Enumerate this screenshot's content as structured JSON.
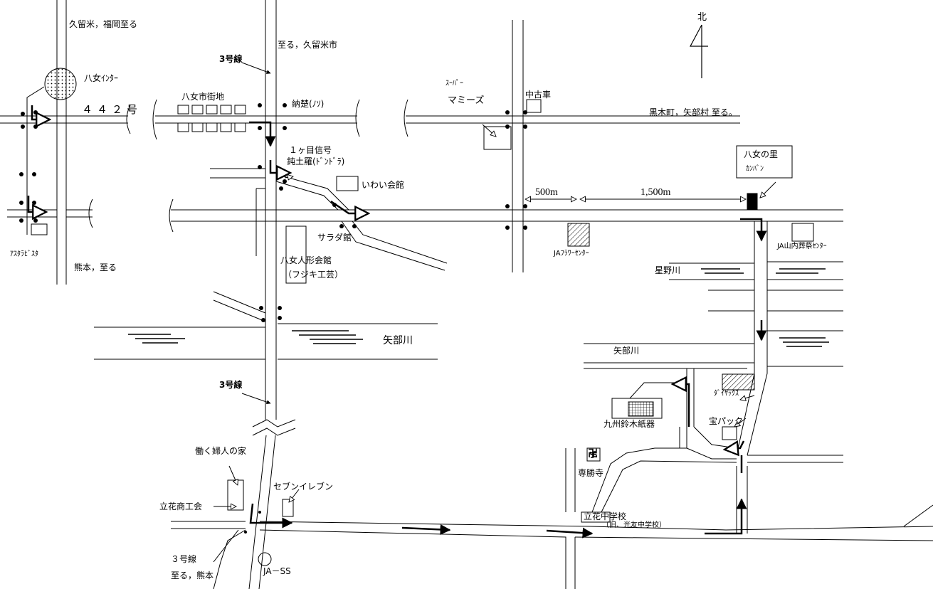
{
  "map": {
    "north": "北",
    "destinations": {
      "kurume_fukuoka": "久留米，福岡至る",
      "kurume_city": "至る，久留米市",
      "kuroki_yabe": "黒木町，矢部村 至る。",
      "kumamoto_left": "熊本，至る",
      "kumamoto_bottom": "至る，熊本"
    },
    "routes": {
      "r442": "４４２号",
      "r3_top": "3号線",
      "r3_mid": "3号線",
      "r3_bottom": "３号線"
    },
    "places": {
      "yame_ic": "八女ｲﾝﾀｰ",
      "asutara": "ｱｽﾀﾗﾋﾞｽﾀ",
      "yame_city": "八女市街地",
      "noso": "納楚(ﾉｿ)",
      "shingo_1": "１ヶ目信号",
      "dondora": "鈍土羅(ﾄﾞﾝﾄﾞﾗ)",
      "iwai": "いわい会館",
      "saraya": "サラダ館",
      "doll_hall": "八女人形会館",
      "fujiki": "（フジキ工芸）",
      "super": "ｽｰﾊﾟｰ",
      "mammies": "マミーズ",
      "used_car": "中古車",
      "ja_flower": "JAﾌﾗﾜｰｾﾝﾀｰ",
      "yame_sato": "八女の里",
      "kanban": "ｶﾝﾊﾞﾝ",
      "ja_yamauchi": "JA山内葬祭ｾﾝﾀｰ",
      "hoshino_river": "星野川",
      "yabe_river_center": "矢部川",
      "yabe_river_right": "矢部川",
      "daiyakkusu": "ﾀﾞｲﾔｯｸｽ",
      "suzuki": "九州鈴木紙器",
      "takara": "宝パック",
      "shoshoji": "専勝寺",
      "school": "立花中学校",
      "school_old": "（旧、光友中学校）",
      "women_house": "働く婦人の家",
      "shokokai": "立花商工会",
      "seven": "セブンイレブン",
      "ja_ss": "JA－SS",
      "manji": "卍"
    },
    "distances": {
      "d500": "500m",
      "d1500": "1,500m"
    },
    "colors": {
      "road": "#000000",
      "route": "#000000",
      "marker": "#000000",
      "background": "#ffffff"
    }
  }
}
